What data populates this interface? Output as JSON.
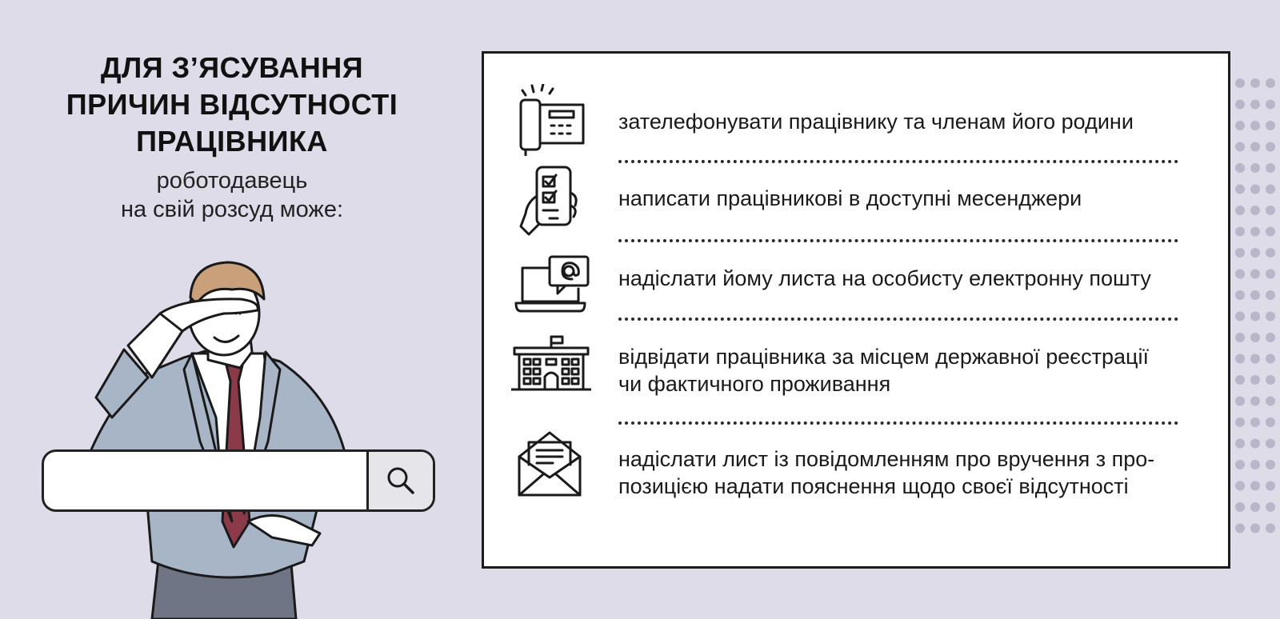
{
  "heading": {
    "title_lines": [
      "ДЛЯ З’ЯСУВАННЯ",
      "ПРИЧИН ВІДСУТНОСТІ",
      "ПРАЦІВНИКА"
    ],
    "subtitle_lines": [
      "роботодавець",
      "на свій розсуд може:"
    ]
  },
  "illustration": {
    "icon": "search-icon"
  },
  "options": [
    {
      "icon": "office-phone-icon",
      "lines": [
        "зателефонувати працівнику та членам його родини"
      ]
    },
    {
      "icon": "smartphone-checklist-icon",
      "lines": [
        "написати працівникові в доступні месенджери"
      ]
    },
    {
      "icon": "laptop-email-icon",
      "lines": [
        "надіслати йому листа на особисту електронну пошту"
      ]
    },
    {
      "icon": "building-icon",
      "lines": [
        "відвідати працівника за місцем державної реєстрації",
        "чи фактичного проживання"
      ]
    },
    {
      "icon": "envelope-letter-icon",
      "lines": [
        "надіслати лист із повідомленням про вручення з про-",
        "позицією надати пояснення щодо своєї відсутності"
      ]
    }
  ],
  "colors": {
    "background": "#dedce8",
    "card": "#ffffff",
    "jacket": "#a7b5c7",
    "tie": "#8b3a4a",
    "hair": "#c9a07a",
    "trousers": "#6f7585"
  }
}
